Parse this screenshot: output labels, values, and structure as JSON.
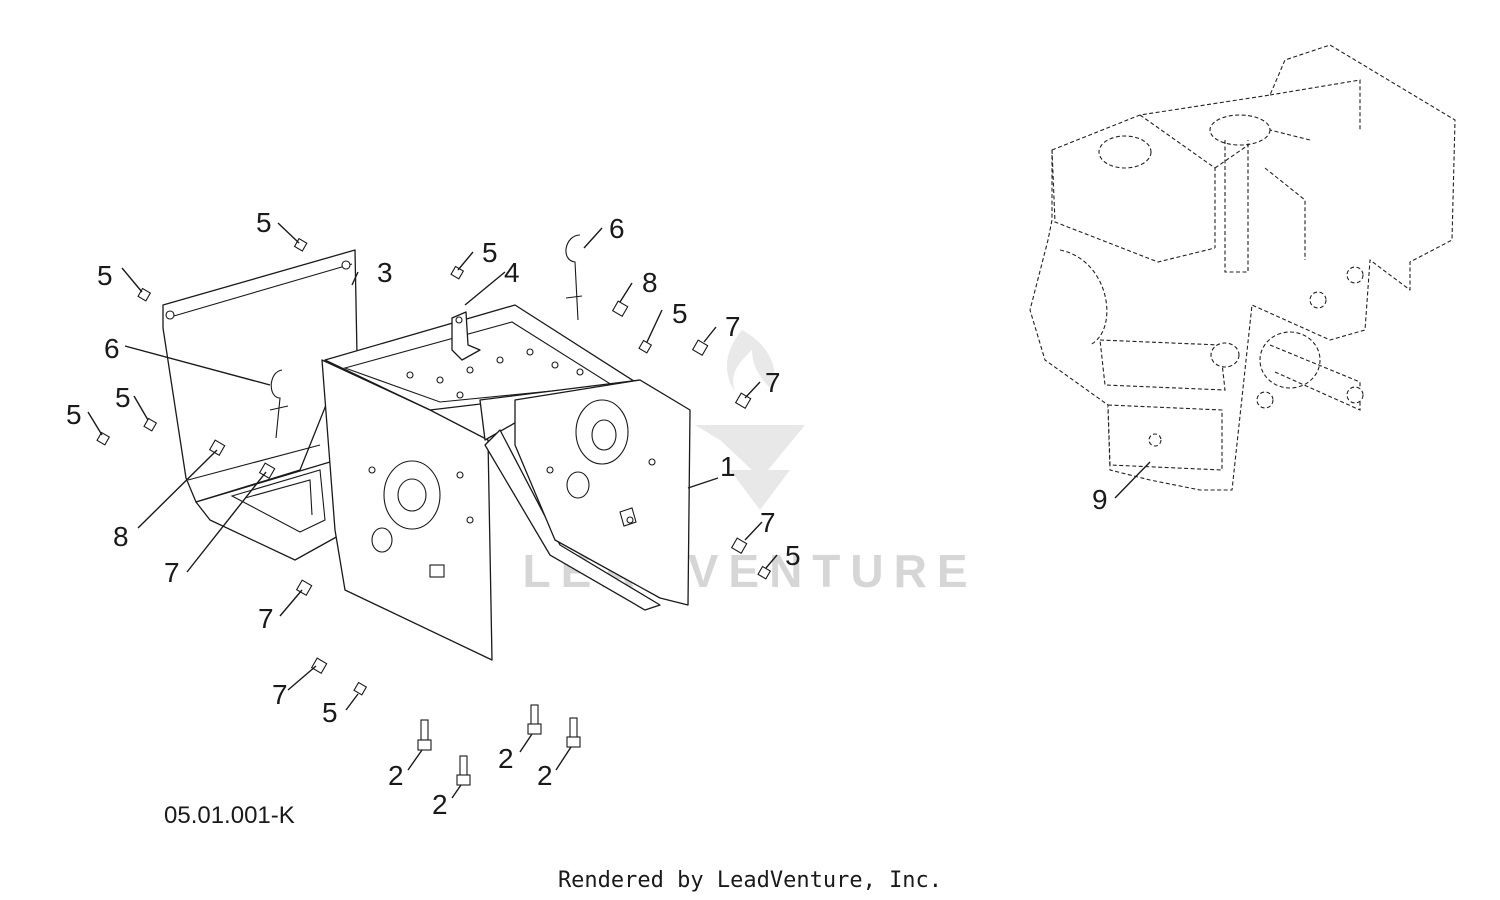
{
  "diagram": {
    "reference_code": "05.01.001-K",
    "credit": "Rendered by LeadVenture, Inc.",
    "watermark": "LEADVENTURE",
    "callouts": [
      {
        "id": "c1",
        "label": "1"
      },
      {
        "id": "c2a",
        "label": "2"
      },
      {
        "id": "c2b",
        "label": "2"
      },
      {
        "id": "c2c",
        "label": "2"
      },
      {
        "id": "c2d",
        "label": "2"
      },
      {
        "id": "c3",
        "label": "3"
      },
      {
        "id": "c4",
        "label": "4"
      },
      {
        "id": "c5a",
        "label": "5"
      },
      {
        "id": "c5b",
        "label": "5"
      },
      {
        "id": "c5c",
        "label": "5"
      },
      {
        "id": "c5d",
        "label": "5"
      },
      {
        "id": "c5e",
        "label": "5"
      },
      {
        "id": "c5f",
        "label": "5"
      },
      {
        "id": "c5g",
        "label": "5"
      },
      {
        "id": "c5h",
        "label": "5"
      },
      {
        "id": "c6a",
        "label": "6"
      },
      {
        "id": "c6b",
        "label": "6"
      },
      {
        "id": "c7a",
        "label": "7"
      },
      {
        "id": "c7b",
        "label": "7"
      },
      {
        "id": "c7c",
        "label": "7"
      },
      {
        "id": "c7d",
        "label": "7"
      },
      {
        "id": "c7e",
        "label": "7"
      },
      {
        "id": "c7f",
        "label": "7"
      },
      {
        "id": "c8a",
        "label": "8"
      },
      {
        "id": "c8b",
        "label": "8"
      },
      {
        "id": "c9",
        "label": "9"
      }
    ]
  }
}
